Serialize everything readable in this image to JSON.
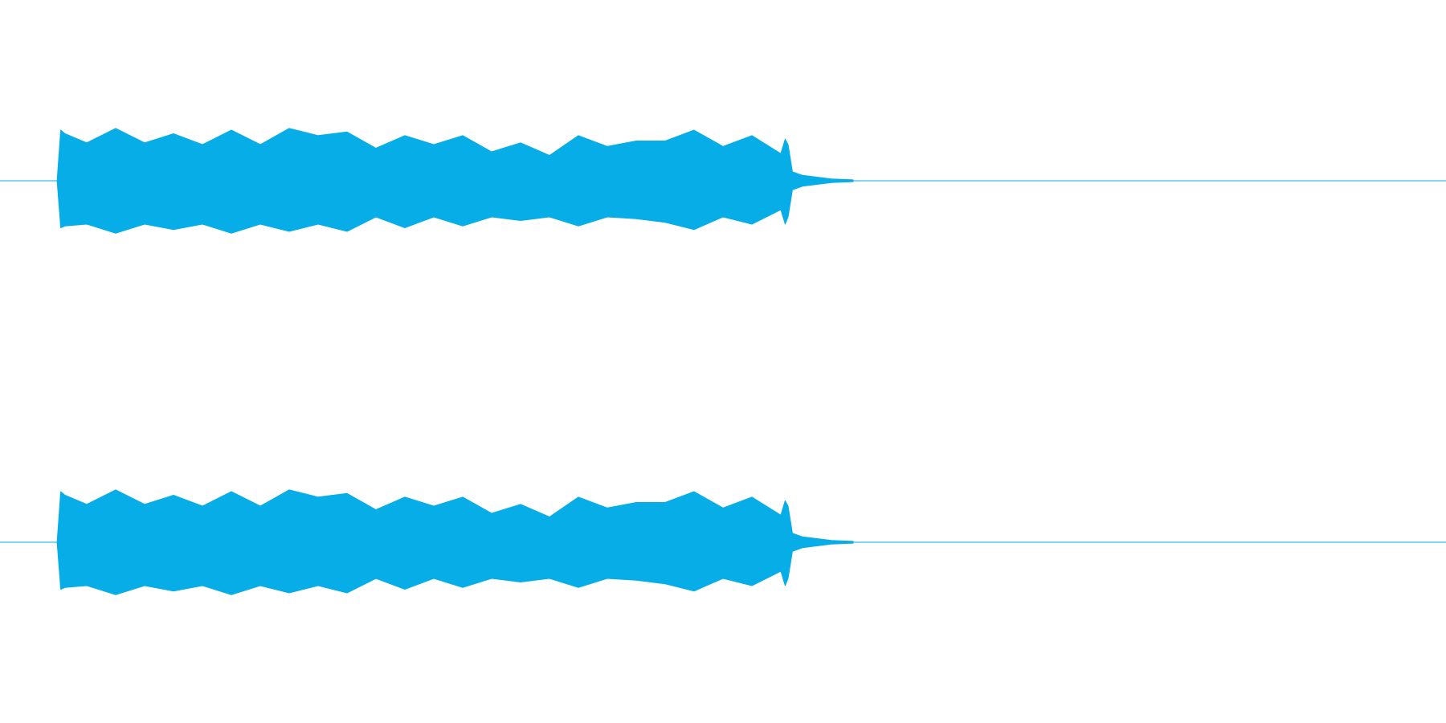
{
  "chart_data": {
    "type": "area",
    "color": "#07ADE6",
    "x_range": [
      0,
      1
    ],
    "y_range": [
      -1,
      1
    ],
    "channels": [
      {
        "envelope": {
          "x": [
            0.0395,
            0.042,
            0.045,
            0.06,
            0.08,
            0.1,
            0.12,
            0.14,
            0.16,
            0.18,
            0.2,
            0.22,
            0.24,
            0.26,
            0.28,
            0.3,
            0.32,
            0.34,
            0.36,
            0.38,
            0.4,
            0.42,
            0.44,
            0.46,
            0.48,
            0.5,
            0.52,
            0.54,
            0.543,
            0.545,
            0.548,
            0.555,
            0.565,
            0.575,
            0.59
          ],
          "upper": [
            0.0,
            0.28,
            0.26,
            0.21,
            0.29,
            0.21,
            0.26,
            0.2,
            0.28,
            0.2,
            0.29,
            0.25,
            0.27,
            0.18,
            0.25,
            0.2,
            0.25,
            0.16,
            0.21,
            0.14,
            0.25,
            0.19,
            0.22,
            0.22,
            0.28,
            0.19,
            0.25,
            0.15,
            0.23,
            0.2,
            0.05,
            0.03,
            0.02,
            0.01,
            0.005
          ],
          "lower": [
            0.0,
            -0.26,
            -0.25,
            -0.24,
            -0.29,
            -0.24,
            -0.27,
            -0.24,
            -0.29,
            -0.24,
            -0.28,
            -0.24,
            -0.28,
            -0.2,
            -0.26,
            -0.2,
            -0.25,
            -0.2,
            -0.22,
            -0.2,
            -0.25,
            -0.2,
            -0.21,
            -0.23,
            -0.27,
            -0.2,
            -0.24,
            -0.16,
            -0.24,
            -0.2,
            -0.05,
            -0.03,
            -0.02,
            -0.01,
            -0.005
          ]
        }
      },
      {
        "envelope": {
          "x": [
            0.0395,
            0.042,
            0.045,
            0.06,
            0.08,
            0.1,
            0.12,
            0.14,
            0.16,
            0.18,
            0.2,
            0.22,
            0.24,
            0.26,
            0.28,
            0.3,
            0.32,
            0.34,
            0.36,
            0.38,
            0.4,
            0.42,
            0.44,
            0.46,
            0.48,
            0.5,
            0.52,
            0.54,
            0.543,
            0.545,
            0.548,
            0.555,
            0.565,
            0.575,
            0.59
          ],
          "upper": [
            0.0,
            0.28,
            0.26,
            0.21,
            0.29,
            0.21,
            0.26,
            0.2,
            0.28,
            0.2,
            0.29,
            0.25,
            0.27,
            0.18,
            0.25,
            0.2,
            0.25,
            0.16,
            0.21,
            0.14,
            0.25,
            0.19,
            0.22,
            0.22,
            0.28,
            0.19,
            0.25,
            0.15,
            0.23,
            0.2,
            0.05,
            0.03,
            0.02,
            0.01,
            0.005
          ],
          "lower": [
            0.0,
            -0.26,
            -0.25,
            -0.24,
            -0.29,
            -0.24,
            -0.27,
            -0.24,
            -0.29,
            -0.24,
            -0.28,
            -0.24,
            -0.28,
            -0.2,
            -0.26,
            -0.2,
            -0.25,
            -0.2,
            -0.22,
            -0.2,
            -0.25,
            -0.2,
            -0.21,
            -0.23,
            -0.27,
            -0.2,
            -0.24,
            -0.16,
            -0.24,
            -0.2,
            -0.05,
            -0.03,
            -0.02,
            -0.01,
            -0.005
          ]
        }
      }
    ]
  }
}
